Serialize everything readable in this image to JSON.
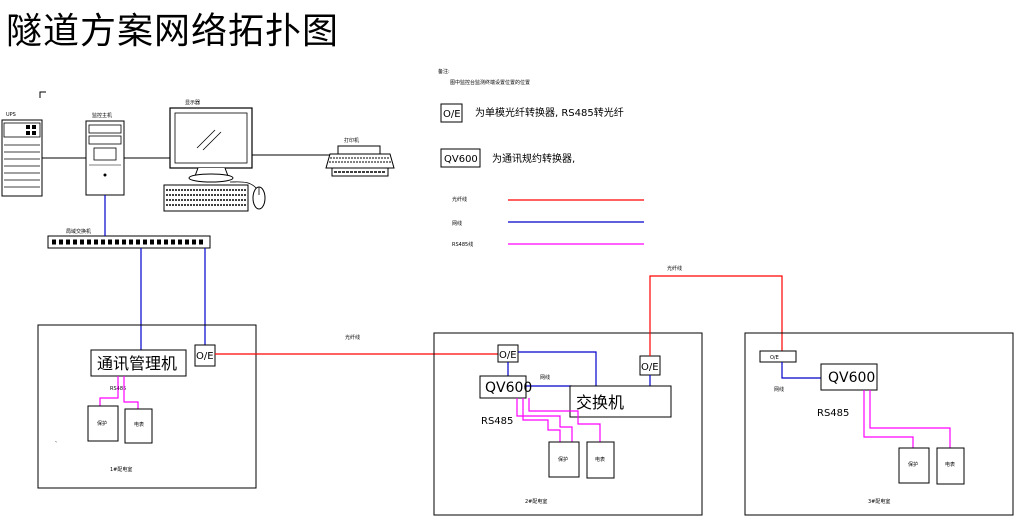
{
  "title": "隧道方案网络拓扑图",
  "legend": {
    "note_title": "备注:",
    "note_text": "图中监控台监测终端设置位置的位置",
    "oe_symbol": "O/E",
    "oe_desc": "为单模光纤转换器, RS485转光纤",
    "qv_symbol": "QV600",
    "qv_desc": "为通讯规约转换器,",
    "lines": [
      {
        "label": "光纤线",
        "color": "#ff0000"
      },
      {
        "label": "网线",
        "color": "#0000cc"
      },
      {
        "label": "RS485线",
        "color": "#ff00ff"
      }
    ]
  },
  "devices": {
    "ups": "UPS",
    "host": "监控主机",
    "monitor": "显示器",
    "printer": "打印机",
    "switch": "局域交换机"
  },
  "cabinets": {
    "c1": {
      "main": "通讯管理机",
      "oe": "O/E",
      "rs485": "RS485",
      "dev_a": "保护",
      "dev_b": "电表",
      "caption": "1#配电室"
    },
    "c2": {
      "oe1": "O/E",
      "oe2": "O/E",
      "qv": "QV600",
      "switch": "交换机",
      "net": "网线",
      "rs485": "RS485",
      "dev_a": "保护",
      "dev_b": "电表",
      "caption": "2#配电室"
    },
    "c3": {
      "oe": "O/E",
      "qv": "QV600",
      "net": "网线",
      "rs485": "RS485",
      "dev_a": "保护",
      "dev_b": "电表",
      "caption": "3#配电室"
    }
  },
  "links": {
    "fiber1": "光纤线",
    "fiber2": "光纤线"
  }
}
